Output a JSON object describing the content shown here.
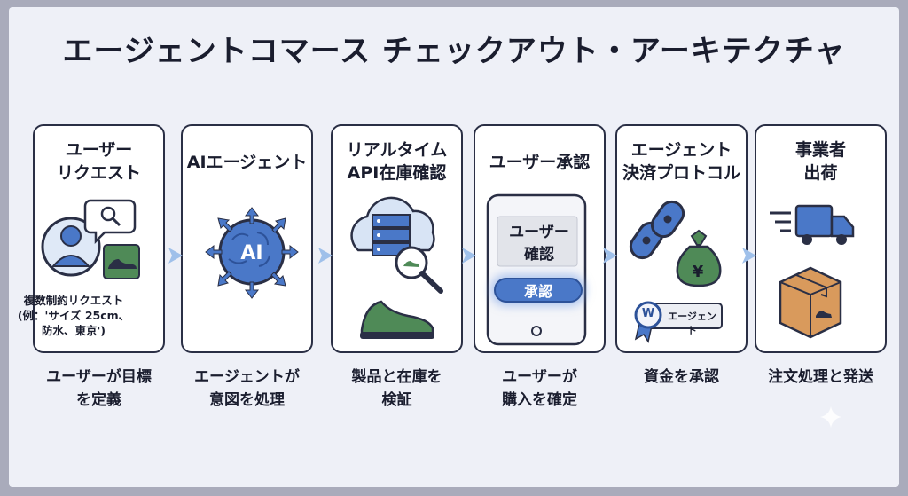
{
  "title": "エージェントコマース チェックアウト・アーキテクチャ",
  "steps": [
    {
      "title": "ユーザー\nリクエスト",
      "caption": "ユーザーが目標\nを定義"
    },
    {
      "title": "AIエージェント",
      "caption": "エージェントが\n意図を処理"
    },
    {
      "title": "リアルタイム\nAPI在庫確認",
      "caption": "製品と在庫を\n検証"
    },
    {
      "title": "ユーザー承認",
      "caption": "ユーザーが\n購入を確定"
    },
    {
      "title": "エージェント\n決済プロトコル",
      "caption": "資金を承認"
    },
    {
      "title": "事業者\n出荷",
      "caption": "注文処理と発送"
    }
  ],
  "request_note": "複数制約リクエスト\n(例：'サイズ 25cm、\n防水、東京')",
  "ai_label": "AI",
  "confirm_box": {
    "title": "ユーザー\n確認",
    "button": "承認"
  },
  "payment": {
    "currency_symbol": "¥",
    "badge_initial": "W",
    "badge_label": "エージェント"
  },
  "colors": {
    "accent_blue": "#4a78c8",
    "arrow_blue": "#9fc0ea",
    "dark": "#2a2f45",
    "green": "#4f8a57",
    "box_orange": "#d99a5c"
  },
  "icons": [
    "user-avatar-icon",
    "search-icon",
    "shoe-icon",
    "brain-icon",
    "cloud-server-icon",
    "magnifier-icon",
    "phone-icon",
    "chain-link-icon",
    "money-bag-icon",
    "award-badge-icon",
    "truck-icon",
    "package-icon"
  ]
}
